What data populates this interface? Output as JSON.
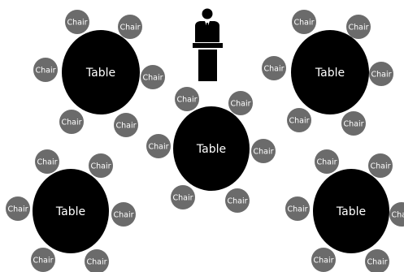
{
  "diagram": {
    "table_label": "Table",
    "chair_label": "Chair",
    "table_count": 5,
    "chairs_per_table": 6,
    "podium_icon": "speaker-podium-icon",
    "colors": {
      "background": "#ffffff",
      "table_fill": "#000000",
      "chair_fill": "#6b6b6b",
      "label_text": "#ffffff"
    }
  }
}
